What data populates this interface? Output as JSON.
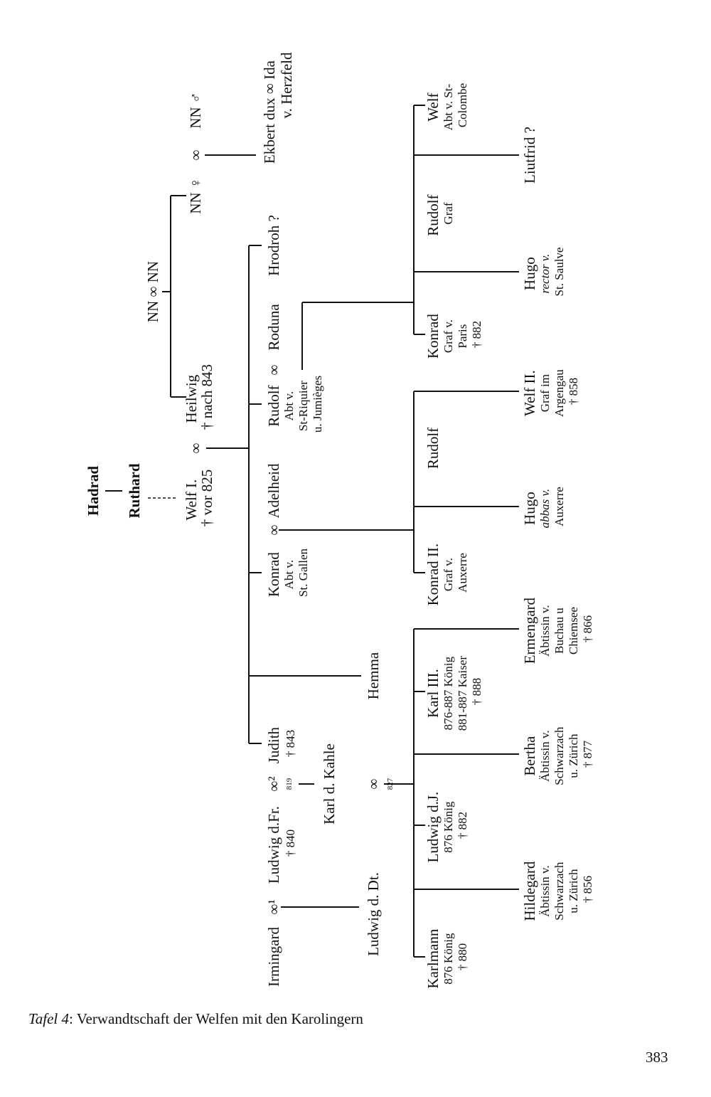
{
  "chart": {
    "nodes": {
      "hadrad": "Hadrad",
      "ruthard": "Ruthard",
      "welf1": [
        "Welf I.",
        "† vor 825"
      ],
      "nn_top": "NN ∞ NN",
      "heilwig": [
        "Heilwig",
        "† nach 843"
      ],
      "nn_f": "NN ♀",
      "nn_m": "NN ♂",
      "ekbert": [
        "Ekbert dux ∞ Ida",
        "v. Herzfeld"
      ],
      "konrad": [
        "Konrad",
        "Abt v.",
        "St. Gallen"
      ],
      "adelheid": "Adelheid",
      "rudolf": [
        "Rudolf",
        "Abt v.",
        "St-Riquier",
        "u. Jumièges"
      ],
      "roduna": "Roduna",
      "hrodroh": "Hrodroh ?",
      "judith": [
        "Judith",
        "† 843"
      ],
      "ludwig_fr": [
        "Ludwig d.Fr.",
        "† 840"
      ],
      "irmingard": "Irmingard",
      "karl_kahle": "Karl d. Kahle",
      "hemma": "Hemma",
      "ludwig_dt": "Ludwig d. Dt.",
      "konrad2": [
        "Konrad II.",
        "Graf v.",
        "Auxerre"
      ],
      "rudolf_b": "Rudolf",
      "hugo_a": [
        "Hugo",
        "abbas v.",
        "Auxerre"
      ],
      "welf2": [
        "Welf II.",
        "Graf im",
        "Argengau",
        "† 858"
      ],
      "konrad_p": [
        "Konrad",
        "Graf v.",
        "Paris",
        "† 882"
      ],
      "rudolf_g": [
        "Rudolf",
        "Graf"
      ],
      "welf_abt": [
        "Welf",
        "Abt v. St-",
        "Colombe"
      ],
      "hugo_r": [
        "Hugo",
        "rector v.",
        "St. Saulve"
      ],
      "liutfrid": "Liutfrid ?",
      "karlmann": [
        "Karlmann",
        "876 König",
        "† 880"
      ],
      "ludwig_j": [
        "Ludwig d.J.",
        "876 König",
        "† 882"
      ],
      "karl3": [
        "Karl III.",
        "876-887 König",
        "881-887 Kaiser",
        "† 888"
      ],
      "hildegard": [
        "Hildegard",
        "Äbtissin v.",
        "Schwarzach",
        "u. Zürich",
        "† 856"
      ],
      "bertha": [
        "Bertha",
        "Äbtissin v.",
        "Schwarzach",
        "u. Zürich",
        "† 877"
      ],
      "ermengard": [
        "Ermengard",
        "Äbtissin v.",
        "Buchau u",
        "Chiemsee",
        "† 866"
      ]
    },
    "symbols": {
      "marriage": "∞",
      "marriage_1": "∞¹",
      "marriage_2": "∞²",
      "year_819": "819",
      "year_827": "827"
    }
  },
  "caption": {
    "label": "Tafel 4",
    "text": ": Verwandtschaft der Welfen mit den Karolingern"
  },
  "page_number": "383"
}
